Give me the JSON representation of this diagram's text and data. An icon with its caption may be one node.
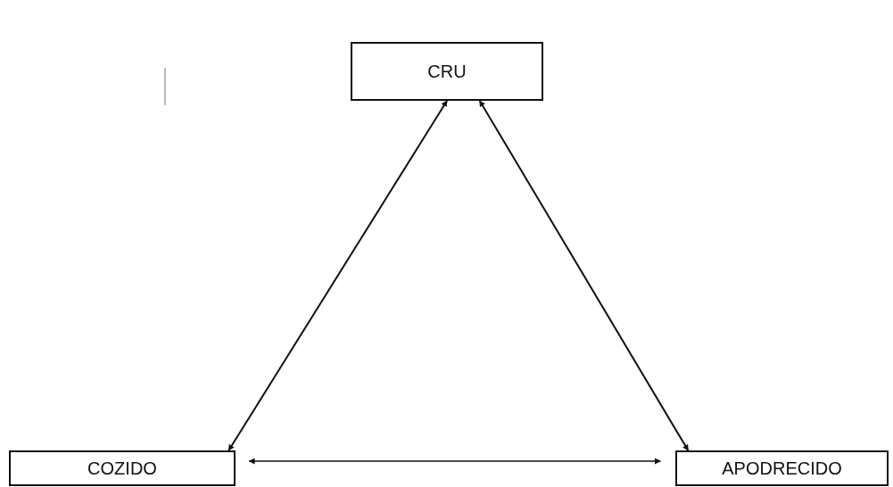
{
  "diagram": {
    "nodes": [
      {
        "text": [
          "CRU"
        ]
      },
      {
        "text": [
          "COZIDO"
        ]
      },
      {
        "text": [
          "APODRECIDO"
        ]
      }
    ],
    "edges": [
      {
        "from": 0,
        "to": 1,
        "arrow": "both"
      },
      {
        "from": 0,
        "to": 2,
        "arrow": "both"
      },
      {
        "from": 1,
        "to": 2,
        "arrow": "both"
      }
    ]
  }
}
